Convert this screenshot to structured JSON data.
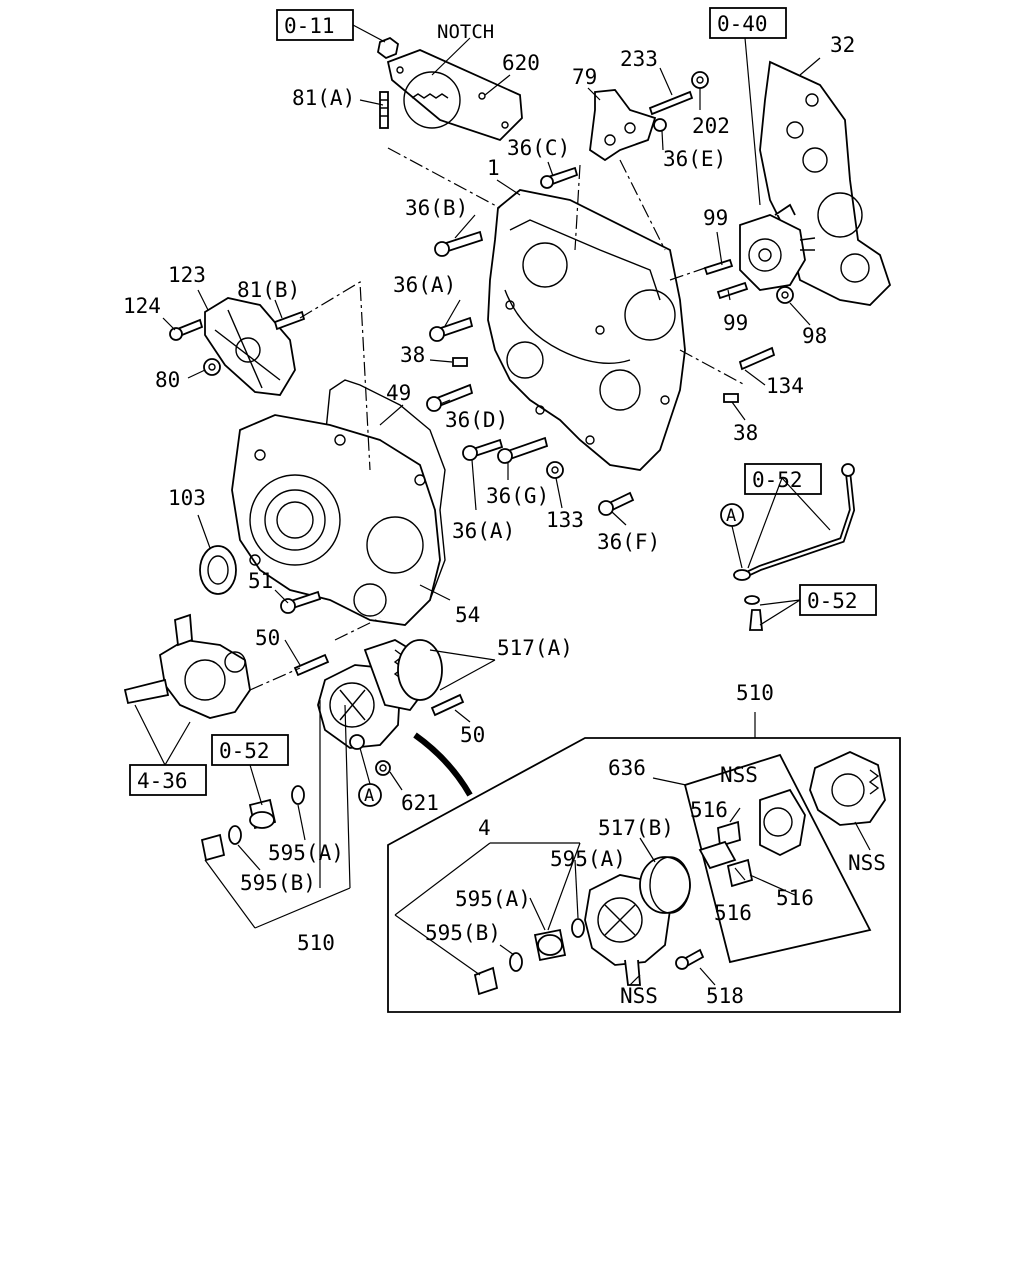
{
  "labels": {
    "notch": "NOTCH",
    "p620": "620",
    "p81a": "81(A)",
    "p79": "79",
    "p233": "233",
    "p202": "202",
    "p36c": "36(C)",
    "p36e": "36(E)",
    "p32": "32",
    "p1": "1",
    "p36b": "36(B)",
    "p99a": "99",
    "p99b": "99",
    "p98": "98",
    "p123": "123",
    "p81b": "81(B)",
    "p124": "124",
    "p36a_top": "36(A)",
    "p80": "80",
    "p38a": "38",
    "p49": "49",
    "p36d": "36(D)",
    "p134": "134",
    "p38b": "38",
    "p103": "103",
    "p36g": "36(G)",
    "p133": "133",
    "p36a_mid": "36(A)",
    "p36f": "36(F)",
    "p51": "51",
    "p54": "54",
    "p50a": "50",
    "p517a": "517(A)",
    "p50b": "50",
    "p621": "621",
    "p595a_left": "595(A)",
    "p595b_left": "595(B)",
    "p510_left": "510",
    "p510_top": "510",
    "p636": "636",
    "nss_top": "NSS",
    "p516a": "516",
    "p516b": "516",
    "p516c": "516",
    "nss_right": "NSS",
    "p4": "4",
    "p517b": "517(B)",
    "p595a_inset": "595(A)",
    "p595a_inset2": "595(A)",
    "p595b_inset": "595(B)",
    "nss_bottom": "NSS",
    "p518": "518",
    "circle_a1": "A",
    "circle_a2": "A"
  },
  "refs": {
    "r011": "0-11",
    "r040": "0-40",
    "r052a": "0-52",
    "r052b": "0-52",
    "r052c": "0-52",
    "r436": "4-36"
  }
}
